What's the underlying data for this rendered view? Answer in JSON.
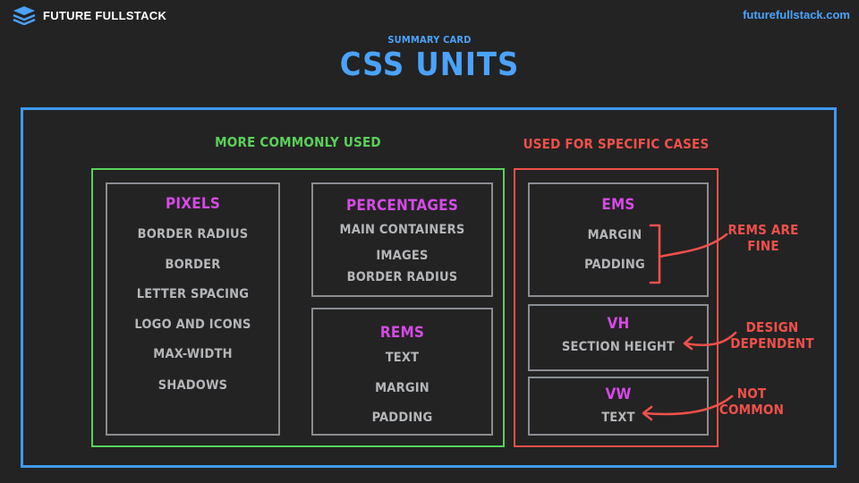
{
  "brand": {
    "name": "FUTURE FULLSTACK",
    "site": "futurefullstack.com"
  },
  "header": {
    "kicker": "SUMMARY CARD",
    "title": "CSS UNITS"
  },
  "sections": {
    "common": {
      "heading": "MORE COMMONLY USED",
      "cards": [
        {
          "title": "PIXELS",
          "items": [
            "BORDER RADIUS",
            "BORDER",
            "LETTER SPACING",
            "LOGO AND ICONS",
            "MAX-WIDTH",
            "SHADOWS"
          ]
        },
        {
          "title": "PERCENTAGES",
          "items": [
            "MAIN CONTAINERS",
            "IMAGES",
            "BORDER RADIUS"
          ]
        },
        {
          "title": "REMS",
          "items": [
            "TEXT",
            "MARGIN",
            "PADDING"
          ]
        }
      ]
    },
    "specific": {
      "heading": "USED FOR SPECIFIC CASES",
      "cards": [
        {
          "title": "EMS",
          "items": [
            "MARGIN",
            "PADDING"
          ]
        },
        {
          "title": "VH",
          "items": [
            "SECTION HEIGHT"
          ]
        },
        {
          "title": "VW",
          "items": [
            "TEXT"
          ]
        }
      ]
    }
  },
  "notes": [
    {
      "line1": "REMS ARE",
      "line2": "FINE"
    },
    {
      "line1": "DESIGN",
      "line2": "DEPENDENT"
    },
    {
      "line1": "NOT",
      "line2": "COMMON"
    }
  ],
  "colors": {
    "background": "#232323",
    "accent_blue": "#3f9bf2",
    "green": "#5ad15a",
    "red": "#f0504a",
    "purple": "#d54ae6",
    "gray_text": "#b4b6b9"
  },
  "icons": {
    "logo": "stacked-layers-icon"
  }
}
